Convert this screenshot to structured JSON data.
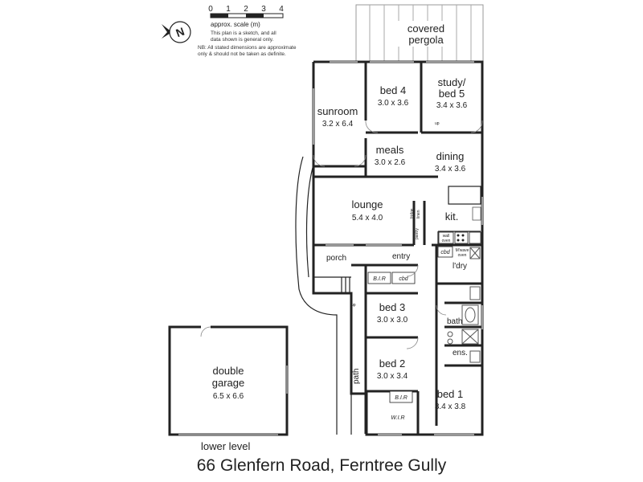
{
  "address": "66 Glenfern Road, Ferntree Gully",
  "level_label": "lower level",
  "scale": {
    "ticks": [
      "0",
      "1",
      "2",
      "3",
      "4"
    ],
    "label": "approx. scale (m)",
    "note_lines": [
      "This plan is a sketch, and all",
      "data shown is general only."
    ]
  },
  "disclaimer_lines": [
    "NB: All stated dimensions are approximate",
    "only & should not be taken as definite."
  ],
  "compass": "N",
  "rooms": {
    "pergola": [
      "covered",
      "pergola"
    ],
    "bed4": {
      "name": "bed 4",
      "dim": "3.0 x 3.6"
    },
    "study": {
      "name": [
        "study/",
        "bed 5"
      ],
      "dim": "3.4 x 3.6"
    },
    "sunroom": {
      "name": "sunroom",
      "dim": "3.2 x 6.4"
    },
    "meals": {
      "name": "meals",
      "dim": "3.0 x 2.6"
    },
    "dining": {
      "name": "dining",
      "dim": "3.4 x 3.6"
    },
    "lounge": {
      "name": "lounge",
      "dim": "5.4 x 4.0"
    },
    "kitchen": {
      "name": "kit."
    },
    "porch": {
      "name": "porch"
    },
    "entry": {
      "name": "entry"
    },
    "laundry": {
      "name": "l'dry"
    },
    "bed3": {
      "name": "bed 3",
      "dim": "3.0 x 3.0"
    },
    "bath": {
      "name": "bath"
    },
    "ens": {
      "name": "ens."
    },
    "bed2": {
      "name": "bed 2",
      "dim": "3.0 x 3.4"
    },
    "bed1": {
      "name": "bed 1",
      "dim": "3.4 x 3.8"
    },
    "garage": {
      "name": [
        "double",
        "garage"
      ],
      "dim": "6.5 x 6.6"
    }
  },
  "small_labels": {
    "bir": "B.I.R",
    "cbd": "cbd",
    "wir": "W.I.R",
    "pantry": "pantry",
    "fridge": "fridge",
    "linen": "linen",
    "wall_oven": [
      "wall",
      "oven"
    ],
    "microwave": [
      "M'wave",
      "oven"
    ],
    "up": "up",
    "path": "path"
  }
}
